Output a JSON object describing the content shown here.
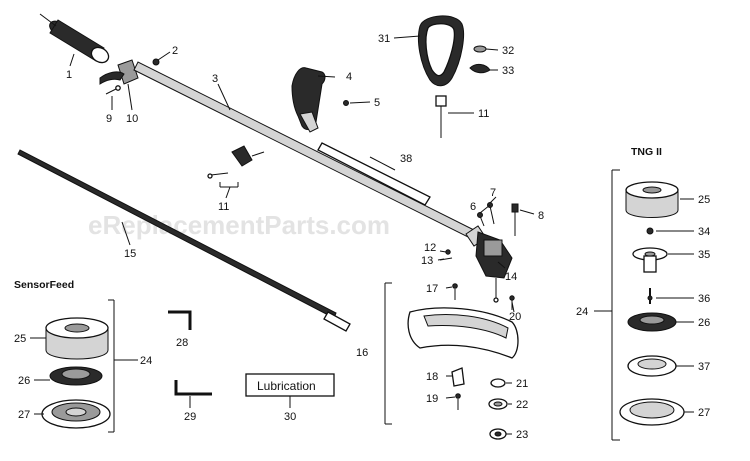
{
  "watermark": "eReplacementParts.com",
  "groups": {
    "sensor_feed": "SensorFeed",
    "tng": "TNG II"
  },
  "lubrication_box": "Lubrication",
  "callouts": {
    "c1": "1",
    "c2": "2",
    "c3": "3",
    "c4": "4",
    "c5": "5",
    "c6": "6",
    "c7": "7",
    "c8": "8",
    "c9": "9",
    "c10": "10",
    "c11a": "11",
    "c11b": "11",
    "c12": "12",
    "c13": "13",
    "c14": "14",
    "c15": "15",
    "c16": "16",
    "c17": "17",
    "c18": "18",
    "c19": "19",
    "c20": "20",
    "c21": "21",
    "c22": "22",
    "c23": "23",
    "c24a": "24",
    "c24b": "24",
    "c25a": "25",
    "c25b": "25",
    "c26a": "26",
    "c26b": "26",
    "c27a": "27",
    "c27b": "27",
    "c28": "28",
    "c29": "29",
    "c30": "30",
    "c31": "31",
    "c32": "32",
    "c33": "33",
    "c34": "34",
    "c35": "35",
    "c36": "36",
    "c37": "37",
    "c38": "38"
  }
}
